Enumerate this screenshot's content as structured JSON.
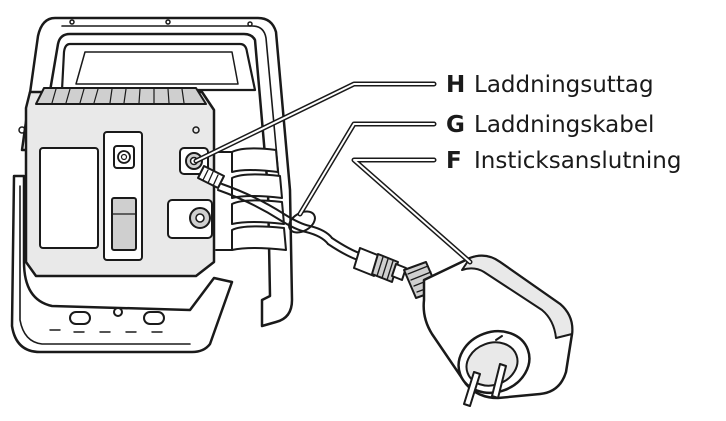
{
  "callouts": [
    {
      "letter": "H",
      "label": "Laddningsuttag"
    },
    {
      "letter": "G",
      "label": "Laddningskabel"
    },
    {
      "letter": "F",
      "label": "Insticksanslutning"
    }
  ],
  "icons": [
    "work-light-illustration",
    "charging-cable-illustration",
    "plug-adapter-illustration"
  ],
  "colors": {
    "line": "#1a1a1a",
    "background": "#ffffff"
  }
}
